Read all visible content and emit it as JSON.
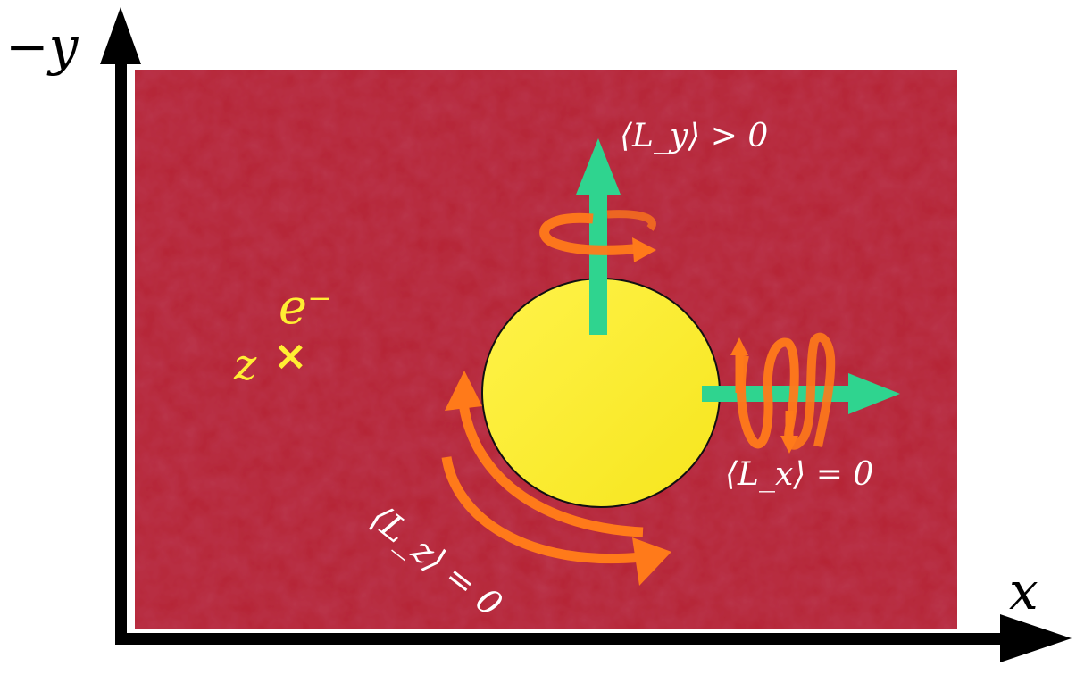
{
  "colors": {
    "background_panel": "#a81f2e",
    "particle": "#ffee33",
    "arrow_green": "#2fd48f",
    "rotation_orange": "#ff7a1a",
    "axis": "#000000",
    "label_white": "#ffffff",
    "label_yellow": "#ffee33"
  },
  "axes": {
    "x_label": "x",
    "y_label": "−y"
  },
  "labels": {
    "electron": "e⁻",
    "z_axis": "z",
    "z_marker": "×",
    "Ly": "⟨L_y⟩ > 0",
    "Lx": "⟨L_x⟩ = 0",
    "Lz": "⟨L_z⟩ = 0"
  },
  "icons": {
    "z_marker": "cross-icon",
    "x_axis_arrow": "arrow-right-icon",
    "y_axis_arrow": "arrow-up-icon"
  }
}
